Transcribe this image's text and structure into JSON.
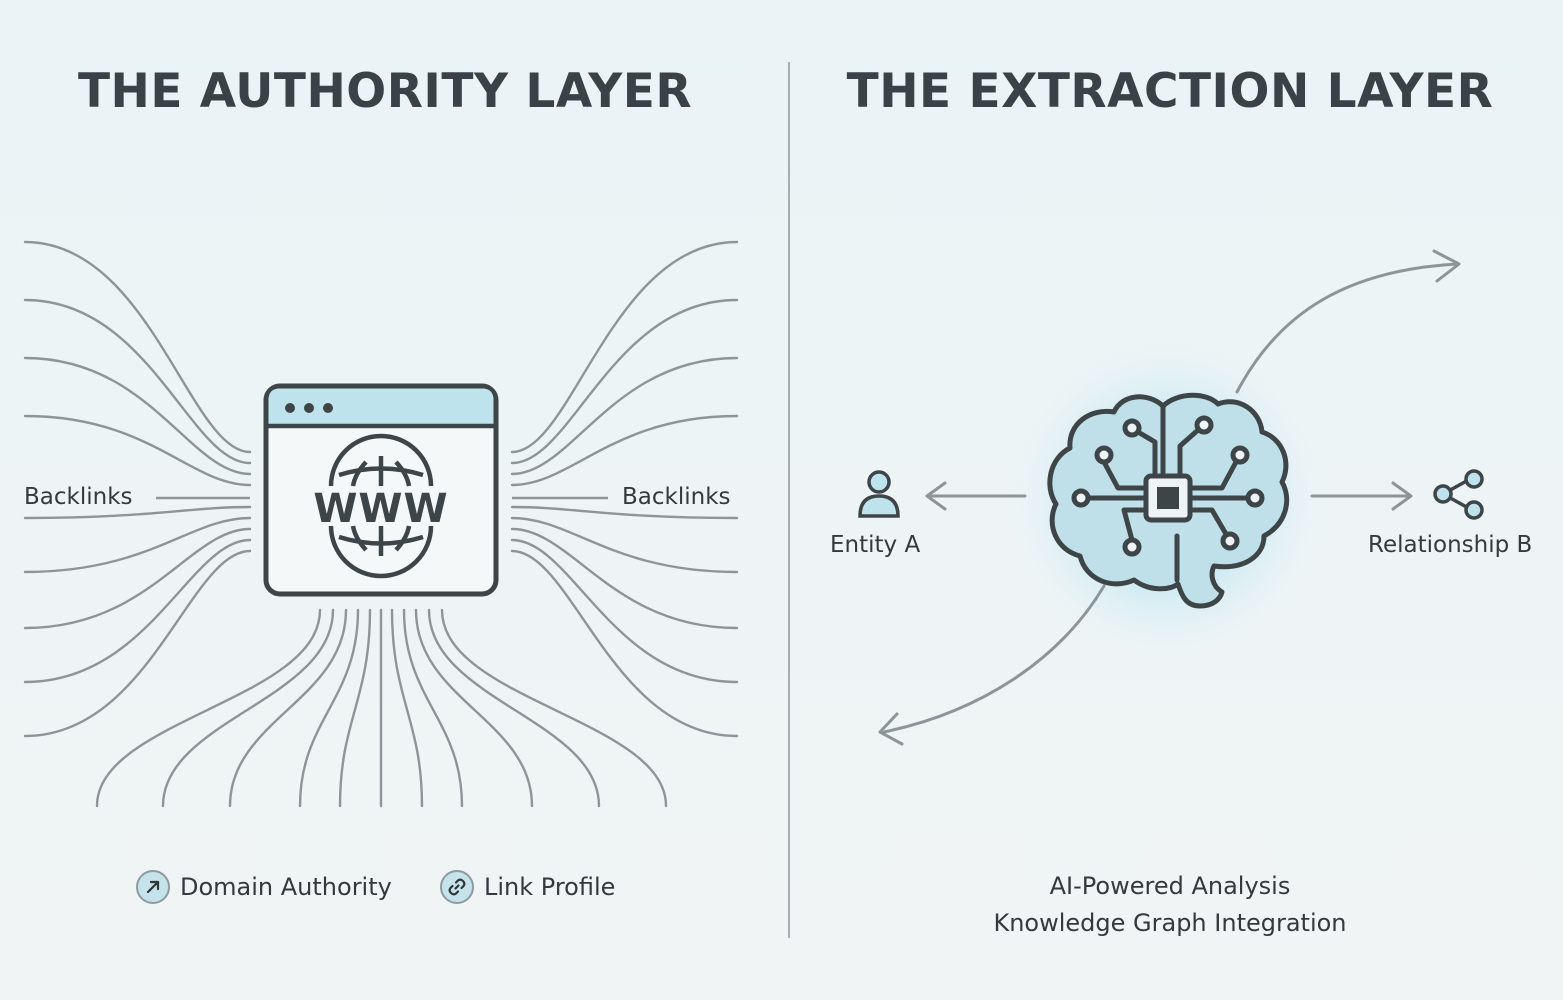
{
  "left_panel": {
    "title": "THE AUTHORITY LAYER",
    "backlinks_left": "Backlinks",
    "backlinks_right": "Backlinks",
    "center_icon": "browser-www-icon",
    "center_text": "WWW",
    "legend": [
      {
        "label": "Domain Authority",
        "icon": "arrow-up-right-icon"
      },
      {
        "label": "Link Profile",
        "icon": "link-icon"
      }
    ]
  },
  "right_panel": {
    "title": "THE EXTRACTION LAYER",
    "center_icon": "brain-chip-icon",
    "entity_label": "Entity A",
    "entity_icon": "person-icon",
    "relationship_label": "Relationship B",
    "relationship_icon": "share-nodes-icon",
    "caption_line1": "AI-Powered Analysis",
    "caption_line2": "Knowledge Graph Integration"
  },
  "colors": {
    "background": "#eaf3f6",
    "line": "#8e9599",
    "icon_stroke": "#3e4549",
    "accent": "#bfe3ec",
    "glow": "#7fd0e6"
  }
}
